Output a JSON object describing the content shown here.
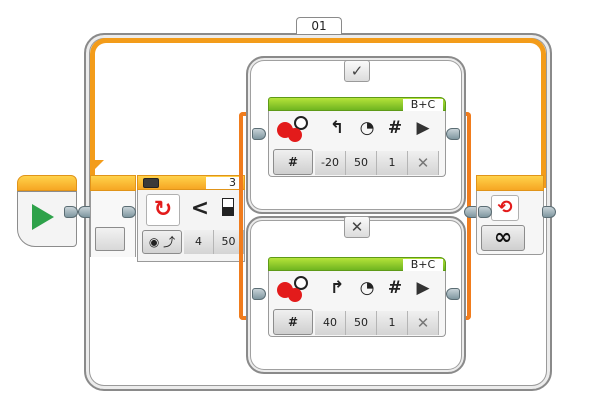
{
  "program": {
    "loop": {
      "name": "01",
      "wire_color": "#f39c1a",
      "condition": {
        "mode": "count",
        "port": "3",
        "operator": "<",
        "compare_type": "4",
        "threshold": "50"
      },
      "end_mode_symbol": "∞"
    },
    "start_block": {
      "icon": "play-icon",
      "color": "#2ea24a"
    },
    "switch": {
      "cases": [
        {
          "tab_symbol": "✓",
          "move_steering": {
            "ports": "B+C",
            "direction_icon": "turn-left-arrow",
            "mode_symbol": "#",
            "params": [
              "-20",
              "50",
              "1",
              "✕"
            ]
          }
        },
        {
          "tab_symbol": "✕",
          "move_steering": {
            "ports": "B+C",
            "direction_icon": "turn-right-arrow",
            "mode_symbol": "#",
            "params": [
              "40",
              "50",
              "1",
              "✕"
            ]
          }
        }
      ],
      "wire_color": "#f07c1d"
    },
    "header_icons": {
      "speed": "◔",
      "rotations": "#",
      "brake": "▶"
    },
    "accent_colors": {
      "flow_orange": "#f6a623",
      "action_green": "#6fb520",
      "motor_red": "#e31b1b"
    }
  }
}
